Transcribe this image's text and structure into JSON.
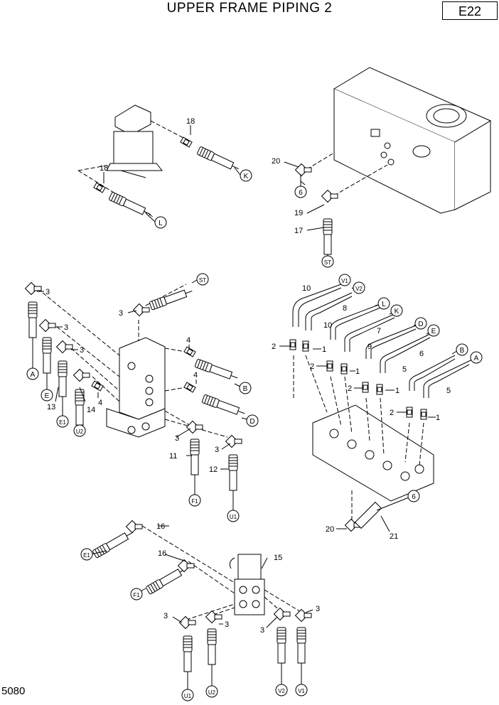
{
  "header": {
    "title": "UPPER FRAME PIPING 2",
    "code": "E22"
  },
  "footer": {
    "page_number": "5080"
  },
  "callouts": {
    "n1": "1",
    "n2": "2",
    "n3": "3",
    "n4": "4",
    "n5": "5",
    "n6": "6",
    "n7": "7",
    "n8": "8",
    "n9": "9",
    "n10": "10",
    "n11": "11",
    "n12": "12",
    "n13": "13",
    "n14": "14",
    "n15": "15",
    "n16": "16",
    "n17": "17",
    "n18": "18",
    "n19": "19",
    "n20": "20",
    "n21": "21"
  },
  "connectors": {
    "A": "A",
    "B": "B",
    "D": "D",
    "E": "E",
    "K": "K",
    "L": "L",
    "ST": "ST",
    "E1": "E1",
    "F1": "F1",
    "U1": "U1",
    "U2": "U2",
    "V1": "V1",
    "V2": "V2",
    "c6": "6"
  }
}
